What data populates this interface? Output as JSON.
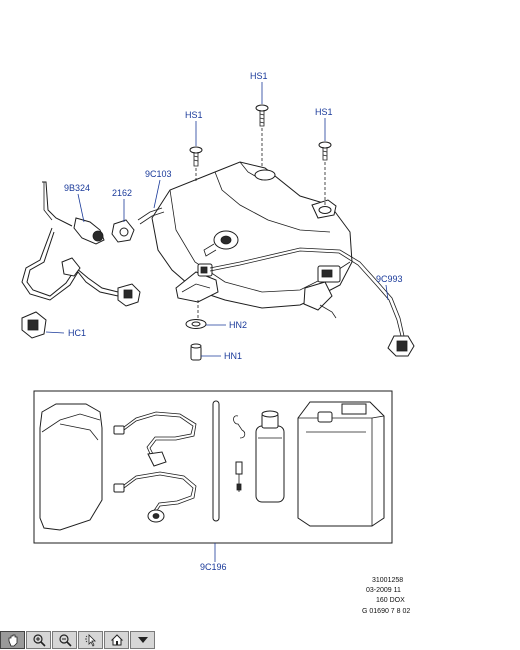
{
  "callouts": {
    "hs1_top": "HS1",
    "hs1_left": "HS1",
    "hs1_right": "HS1",
    "p9c103": "9C103",
    "p9b324": "9B324",
    "p2162": "2162",
    "p9c993": "9C993",
    "hc1": "HC1",
    "hn2": "HN2",
    "hn1": "HN1",
    "p9c196": "9C196"
  },
  "reference": {
    "line1": "31001258",
    "line2": "03-2009 11",
    "line3": "160 DOX",
    "line4": "G 01690 7 8 02"
  },
  "toolbar": {
    "buttons": [
      {
        "icon": "pan-hand-icon",
        "active": true
      },
      {
        "icon": "zoom-in-icon"
      },
      {
        "icon": "zoom-out-icon"
      },
      {
        "icon": "select-pointer-icon"
      },
      {
        "icon": "home-icon"
      },
      {
        "icon": "dropdown-arrow-icon"
      }
    ]
  }
}
